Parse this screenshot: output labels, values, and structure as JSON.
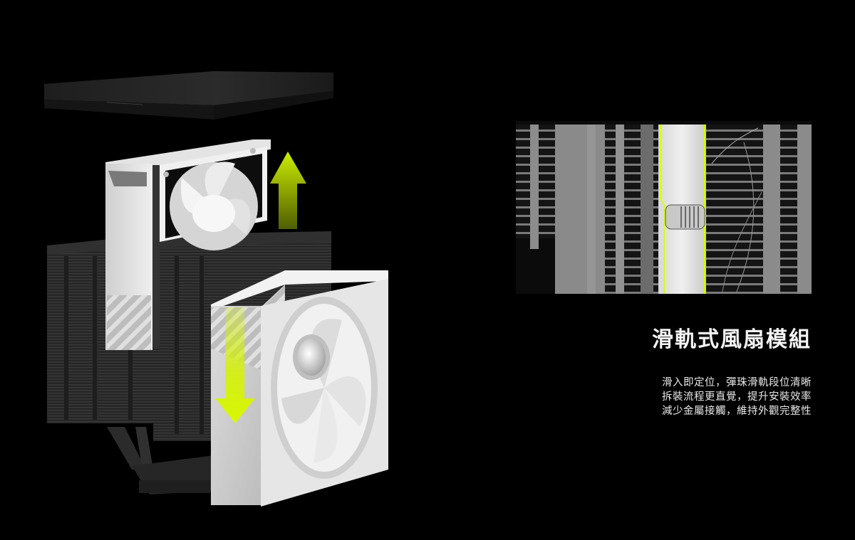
{
  "feature": {
    "title": "滑軌式風扇模組",
    "description": [
      "滑入即定位，彈珠滑軌段位清晰",
      "拆裝流程更直覺，提升安裝效率",
      "減少金屬接觸，維持外觀完整性"
    ]
  },
  "illustration": {
    "subject": "dual-tower CPU cooler with removable fans",
    "arrows": [
      {
        "direction": "up",
        "meaning": "slide fan out"
      },
      {
        "direction": "down",
        "meaning": "slide fan in"
      }
    ],
    "inset": "close-up of slide rail ball detent between heatsink fins"
  },
  "colors": {
    "background": "#000000",
    "accent": "#c8f000",
    "heatsink": "#2a2a2a",
    "fan_frame": "#d9d9d9",
    "text": "#f4f4f4"
  }
}
